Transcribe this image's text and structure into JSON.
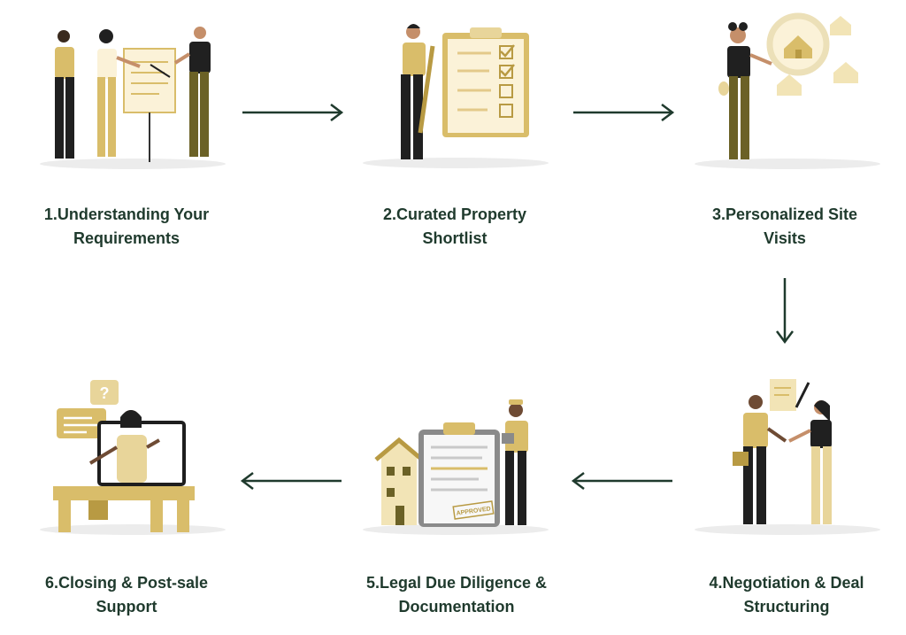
{
  "colors": {
    "accent": "#d9bd6a",
    "accent_dark": "#b89a43",
    "ink": "#1f3a2d",
    "figure_dark": "#202020",
    "paper": "#fbf2d8",
    "shadow": "#ececec"
  },
  "steps": [
    {
      "number": "1.",
      "line1": "1.Understanding Your",
      "line2": "Requirements",
      "illustration": "team-presentation-illustration"
    },
    {
      "number": "2.",
      "line1": "2.Curated Property",
      "line2": "Shortlist",
      "illustration": "checklist-clipboard-illustration"
    },
    {
      "number": "3.",
      "line1": "3.Personalized Site",
      "line2": "Visits",
      "illustration": "house-search-illustration"
    },
    {
      "number": "4.",
      "line1": "4.Negotiation & Deal",
      "line2": "Structuring",
      "illustration": "handshake-contract-illustration"
    },
    {
      "number": "5.",
      "line1": "5.Legal Due Diligence &",
      "line2": "Documentation",
      "illustration": "approved-document-illustration"
    },
    {
      "number": "6.",
      "line1": "6.Closing & Post-sale",
      "line2": "Support",
      "illustration": "video-support-illustration"
    }
  ],
  "illustration_text": {
    "question_mark": "?",
    "approved_stamp": "APPROVED"
  }
}
